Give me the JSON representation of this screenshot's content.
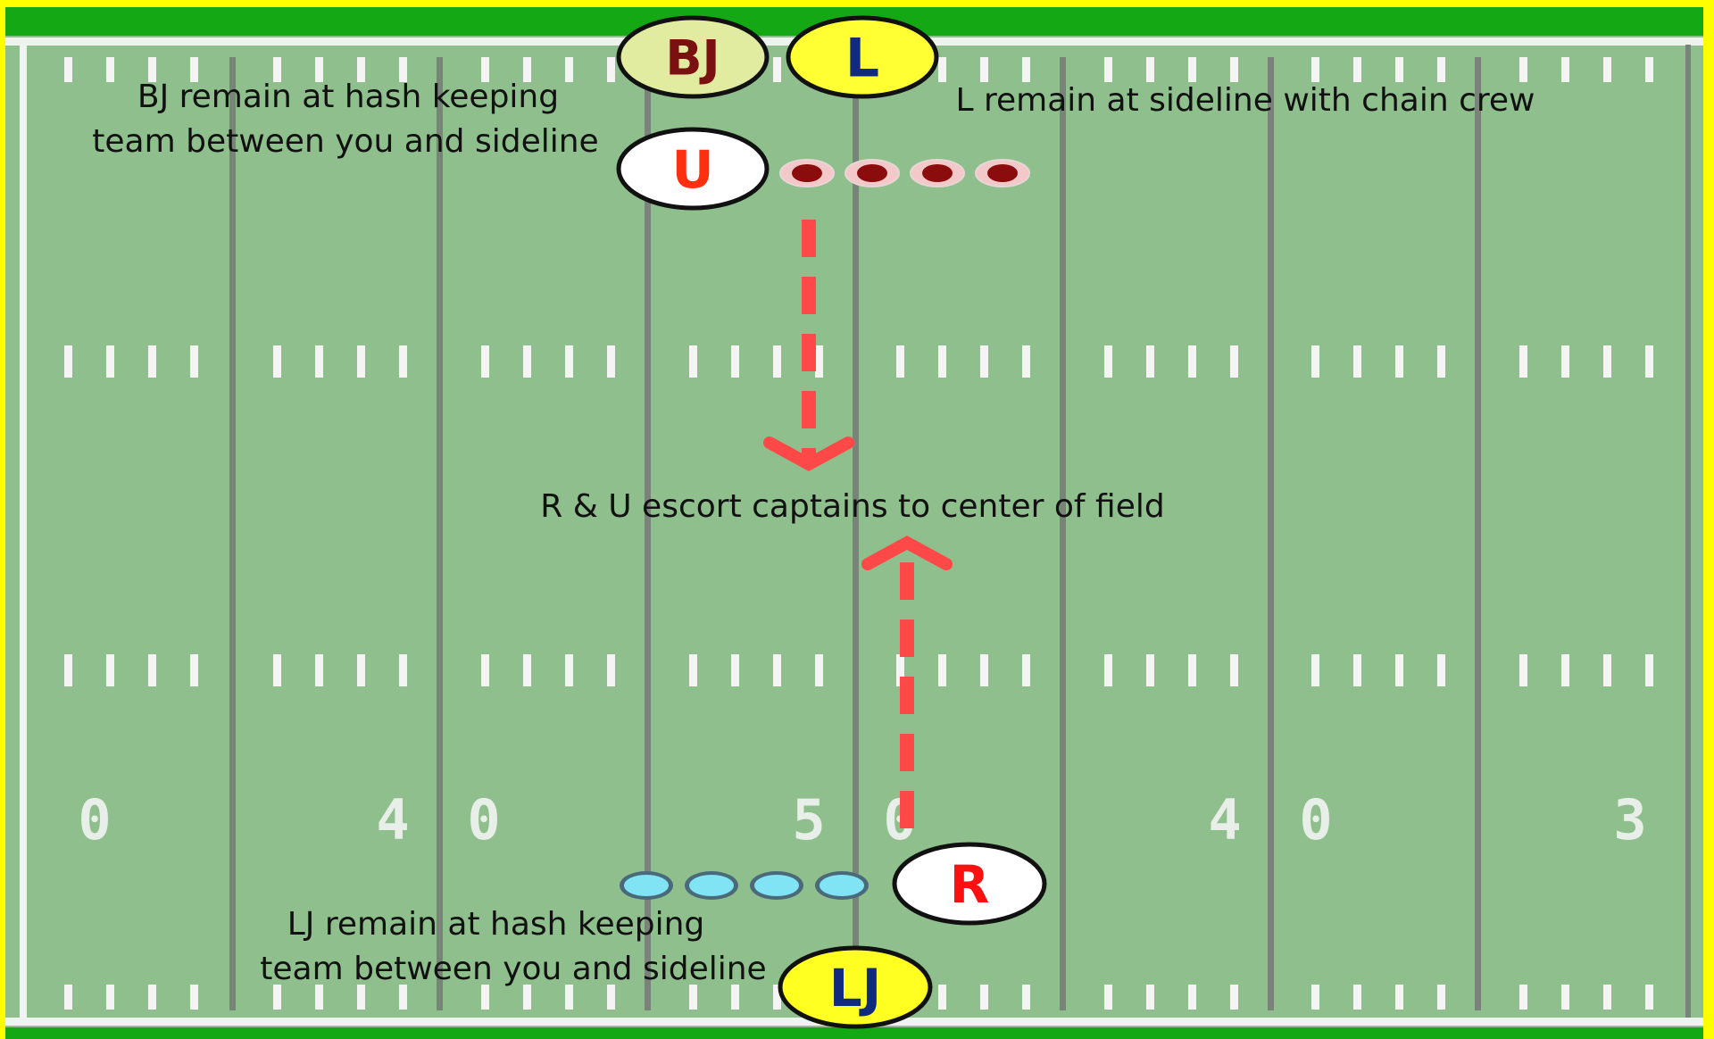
{
  "colors": {
    "border": "#ffff00",
    "band": "#14a814",
    "field": "#8fbf8c",
    "yard_line": "#7a837a",
    "hash": "#f4f4f4",
    "arrow": "#ff4848",
    "bj_fill": "#e2eca0",
    "bj_text": "#7a1010",
    "l_fill": "#ffff33",
    "l_text": "#102a80",
    "u_fill": "#ffffff",
    "u_text": "#ff3010",
    "r_fill": "#ffffff",
    "r_text": "#ff1010",
    "lj_fill": "#ffff22",
    "lj_text": "#102a80",
    "red_dot": "#8a0c0c",
    "blue_dot": "#80e4f4"
  },
  "yard_numbers": [
    "0",
    "4",
    "0",
    "5",
    "0",
    "4",
    "0",
    "3"
  ],
  "officials": {
    "bj": "BJ",
    "l": "L",
    "u": "U",
    "r": "R",
    "lj": "LJ"
  },
  "notes": {
    "bj_line1": "BJ remain at hash keeping",
    "bj_line2": "team between you and sideline",
    "l_note": "L remain at sideline with chain crew",
    "center_note": "R & U escort captains to center of field",
    "lj_line1": "LJ remain at hash keeping",
    "lj_line2": "team between you and sideline"
  },
  "captains": {
    "top_team_count": 4,
    "bottom_team_count": 4
  }
}
